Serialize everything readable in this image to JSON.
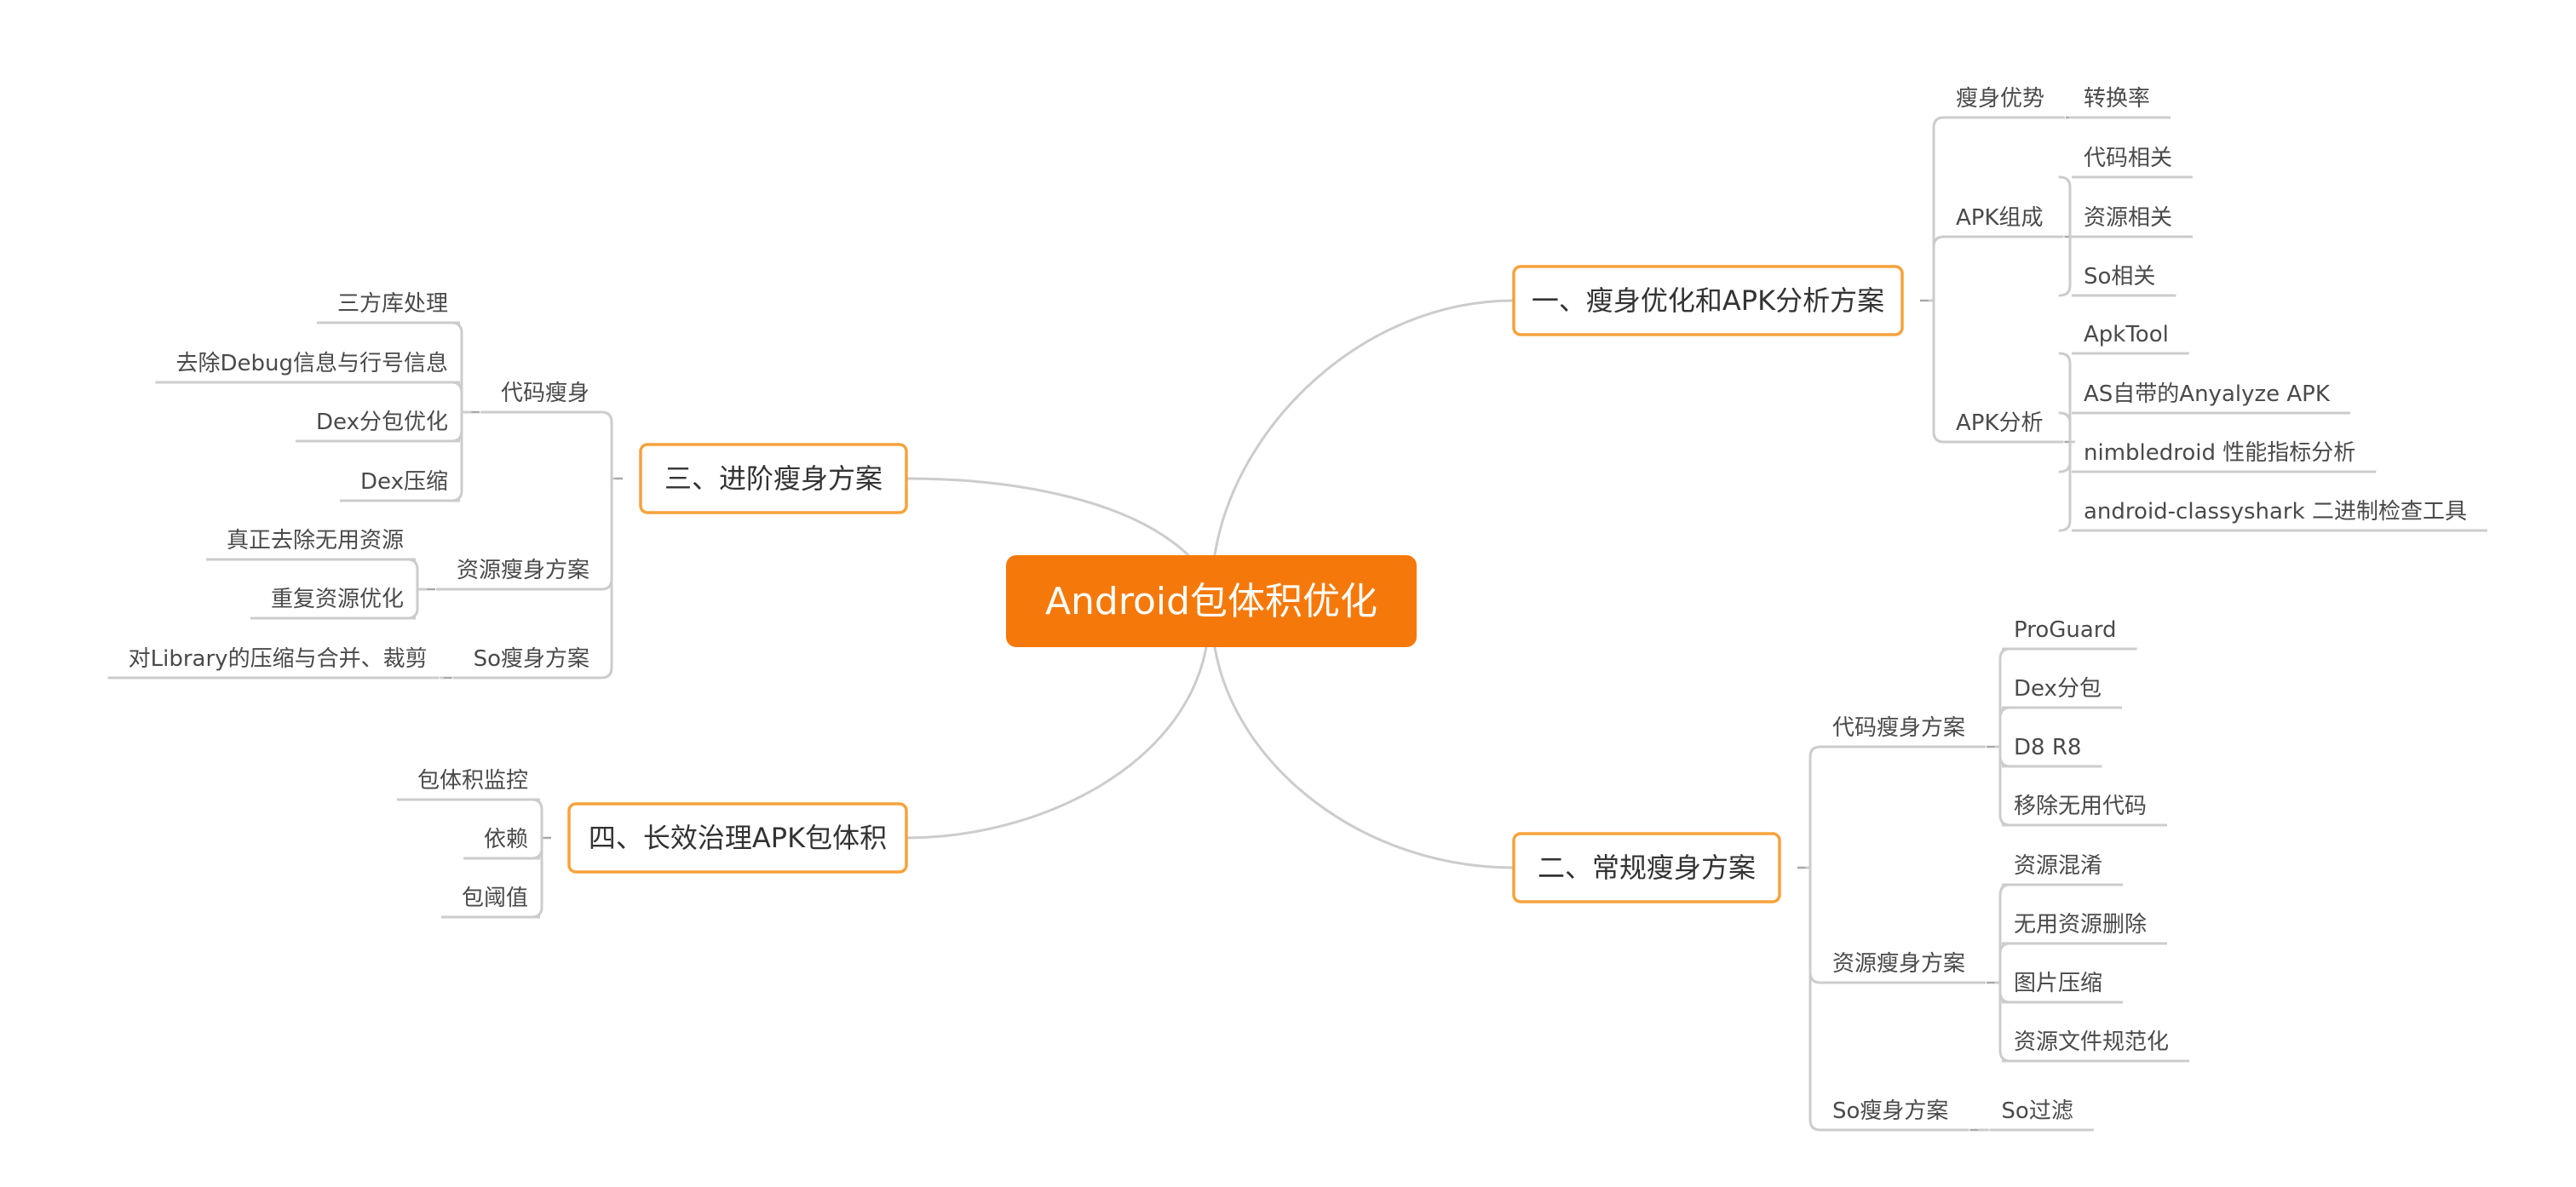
{
  "colors": {
    "accent": "#F5790A",
    "branch_border": "#F7A23B",
    "connector": "#CCCCCC",
    "text": "#4A4A4A",
    "root_text": "#FFFFFF",
    "background": "#FFFFFF"
  },
  "root": {
    "label": "Android包体积优化"
  },
  "branches": [
    {
      "label": "一、瘦身优化和APK分析方案",
      "children": [
        {
          "label": "瘦身优势",
          "children": [
            {
              "label": "转换率"
            }
          ]
        },
        {
          "label": "APK组成",
          "children": [
            {
              "label": "代码相关"
            },
            {
              "label": "资源相关"
            },
            {
              "label": "So相关"
            }
          ]
        },
        {
          "label": "APK分析",
          "children": [
            {
              "label": "ApkTool"
            },
            {
              "label": "AS自带的Anyalyze APK"
            },
            {
              "label": "nimbledroid 性能指标分析"
            },
            {
              "label": "android-classyshark 二进制检查工具"
            }
          ]
        }
      ]
    },
    {
      "label": "二、常规瘦身方案",
      "children": [
        {
          "label": "代码瘦身方案",
          "children": [
            {
              "label": "ProGuard"
            },
            {
              "label": "Dex分包"
            },
            {
              "label": "D8 R8"
            },
            {
              "label": "移除无用代码"
            }
          ]
        },
        {
          "label": "资源瘦身方案",
          "children": [
            {
              "label": "资源混淆"
            },
            {
              "label": "无用资源删除"
            },
            {
              "label": "图片压缩"
            },
            {
              "label": "资源文件规范化"
            }
          ]
        },
        {
          "label": "So瘦身方案",
          "children": [
            {
              "label": "So过滤"
            }
          ]
        }
      ]
    },
    {
      "label": "三、进阶瘦身方案",
      "children": [
        {
          "label": "代码瘦身",
          "children": [
            {
              "label": "三方库处理"
            },
            {
              "label": "去除Debug信息与行号信息"
            },
            {
              "label": "Dex分包优化"
            },
            {
              "label": "Dex压缩"
            }
          ]
        },
        {
          "label": "资源瘦身方案",
          "children": [
            {
              "label": "真正去除无用资源"
            },
            {
              "label": "重复资源优化"
            }
          ]
        },
        {
          "label": "So瘦身方案",
          "children": [
            {
              "label": "对Library的压缩与合并、裁剪"
            }
          ]
        }
      ]
    },
    {
      "label": "四、长效治理APK包体积",
      "children": [
        {
          "label": "包体积监控"
        },
        {
          "label": "依赖"
        },
        {
          "label": "包阈值"
        }
      ]
    }
  ]
}
